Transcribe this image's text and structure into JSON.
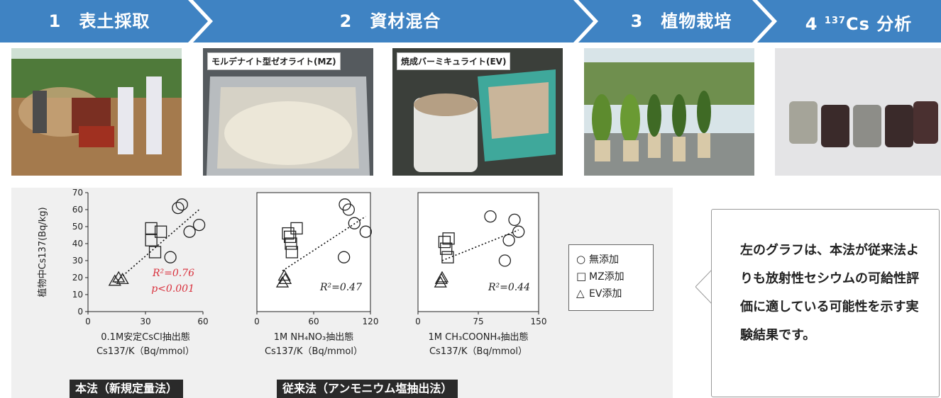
{
  "steps": [
    {
      "label": "1　表土採取"
    },
    {
      "label": "2　資材混合"
    },
    {
      "label": "3　植物栽培"
    },
    {
      "number": "4",
      "superscript": "137",
      "suffix": "Cs 分析"
    }
  ],
  "photos": [
    {
      "tag": ""
    },
    {
      "tag": "モルデナイト型ゼオライト(MZ)"
    },
    {
      "tag": "焼成バーミキュライト(EV)"
    },
    {
      "tag": ""
    },
    {
      "tag": ""
    }
  ],
  "colors": {
    "step_blue": "#3f83c3",
    "annotation_red": "#d9303c",
    "panel_gray": "#f0f0f0"
  },
  "methods": {
    "new": "本法（新規定量法）",
    "conventional": "従来法（アンモニウム塩抽出法）"
  },
  "legend": [
    {
      "symbol": "○",
      "shape": "circle",
      "label": "無添加"
    },
    {
      "symbol": "□",
      "shape": "square",
      "label": "MZ添加"
    },
    {
      "symbol": "△",
      "shape": "triangle",
      "label": "EV添加"
    }
  ],
  "callout": {
    "text": "左のグラフは、本法が従来法よりも放射性セシウムの可給性評価に適している可能性を示す実験結果です。"
  },
  "chart_data": [
    {
      "type": "scatter",
      "ylabel": "植物中Cs137(Bq/kg)",
      "xlabel_line1": "0.1M安定CsCl抽出態",
      "xlabel_line2": "Cs137/K（Bq/mmol）",
      "xlim": [
        0,
        60
      ],
      "xticks": [
        0,
        30,
        60
      ],
      "ylim": [
        0,
        70
      ],
      "yticks": [
        0,
        10,
        20,
        30,
        40,
        50,
        60,
        70
      ],
      "series": [
        {
          "shape": "circle",
          "points": [
            [
              43,
              32
            ],
            [
              47,
              61
            ],
            [
              49,
              63
            ],
            [
              53,
              47
            ],
            [
              58,
              51
            ]
          ]
        },
        {
          "shape": "square",
          "points": [
            [
              33,
              49
            ],
            [
              33,
              42
            ],
            [
              35,
              35
            ],
            [
              38,
              47
            ]
          ]
        },
        {
          "shape": "triangle",
          "points": [
            [
              14,
              18
            ],
            [
              16,
              20
            ],
            [
              18,
              19
            ]
          ]
        }
      ],
      "trendline": [
        [
          14,
          17
        ],
        [
          58,
          60
        ]
      ],
      "annotations": [
        {
          "text": "R²=0.76",
          "color": "red"
        },
        {
          "text": "p<0.001",
          "color": "red"
        }
      ],
      "x_ticks_shown": true
    },
    {
      "type": "scatter",
      "xlabel_line1": "1M NH₄NO₃抽出態",
      "xlabel_line2": "Cs137/K（Bq/mmol）",
      "xlim": [
        0,
        120
      ],
      "xticks": [
        0,
        60,
        120
      ],
      "ylim": [
        0,
        70
      ],
      "series": [
        {
          "shape": "circle",
          "points": [
            [
              92,
              32
            ],
            [
              93,
              63
            ],
            [
              97,
              60
            ],
            [
              103,
              52
            ],
            [
              115,
              47
            ]
          ]
        },
        {
          "shape": "square",
          "points": [
            [
              33,
              46
            ],
            [
              36,
              40
            ],
            [
              37,
              35
            ],
            [
              42,
              49
            ],
            [
              35,
              44
            ]
          ]
        },
        {
          "shape": "triangle",
          "points": [
            [
              27,
              17
            ],
            [
              29,
              21
            ],
            [
              30,
              19
            ]
          ]
        }
      ],
      "trendline": [
        [
          27,
          24
        ],
        [
          115,
          56
        ]
      ],
      "annotations": [
        {
          "text": "R²=0.47",
          "color": "black"
        }
      ]
    },
    {
      "type": "scatter",
      "xlabel_line1": "1M CH₃COONH₄抽出態",
      "xlabel_line2": "Cs137/K（Bq/mmol）",
      "xlim": [
        0,
        150
      ],
      "xticks": [
        0,
        75,
        150
      ],
      "ylim": [
        0,
        70
      ],
      "series": [
        {
          "shape": "circle",
          "points": [
            [
              90,
              56
            ],
            [
              108,
              30
            ],
            [
              113,
              42
            ],
            [
              120,
              54
            ],
            [
              125,
              47
            ]
          ]
        },
        {
          "shape": "square",
          "points": [
            [
              33,
              41
            ],
            [
              35,
              37
            ],
            [
              37,
              32
            ],
            [
              38,
              43
            ]
          ]
        },
        {
          "shape": "triangle",
          "points": [
            [
              28,
              17
            ],
            [
              29,
              19
            ],
            [
              30,
              20
            ]
          ]
        }
      ],
      "trendline": [
        [
          30,
          30
        ],
        [
          125,
          48
        ]
      ],
      "annotations": [
        {
          "text": "R²=0.44",
          "color": "black"
        }
      ]
    }
  ]
}
